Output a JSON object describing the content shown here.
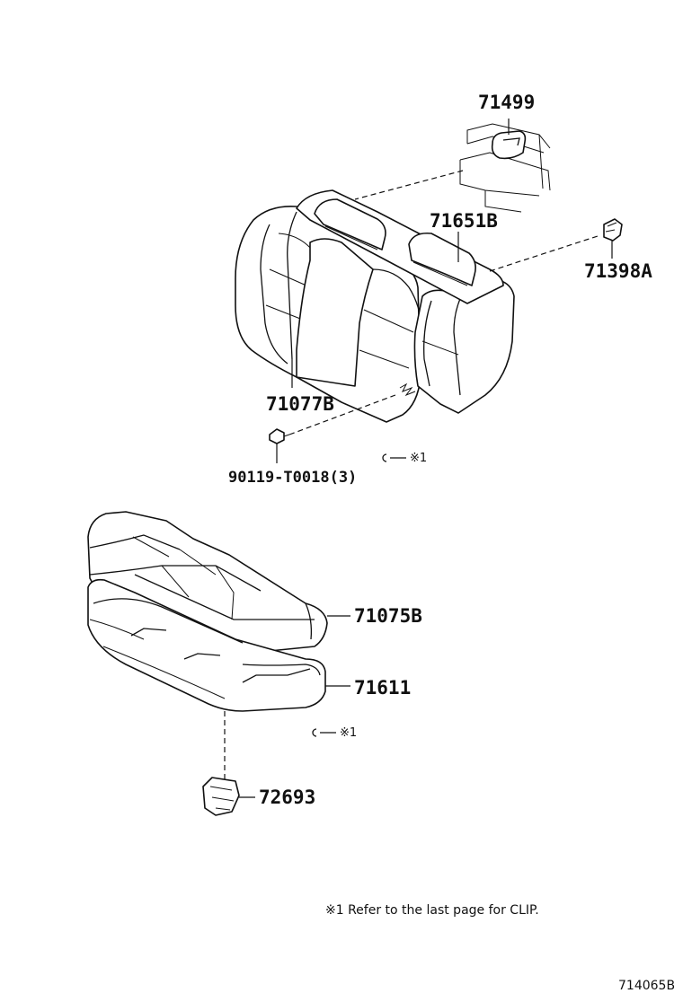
{
  "parts": {
    "p71499": "71499",
    "p71651b": "71651B",
    "p71398a": "71398A",
    "p71077b": "71077B",
    "p90119": "90119-T0018(3)",
    "p71075b": "71075B",
    "p71611": "71611",
    "p72693": "72693"
  },
  "clip_marks": {
    "upper": "※1",
    "lower": "※1"
  },
  "footnote": "※1  Refer to the last page for CLIP.",
  "figure_id": "714065B"
}
